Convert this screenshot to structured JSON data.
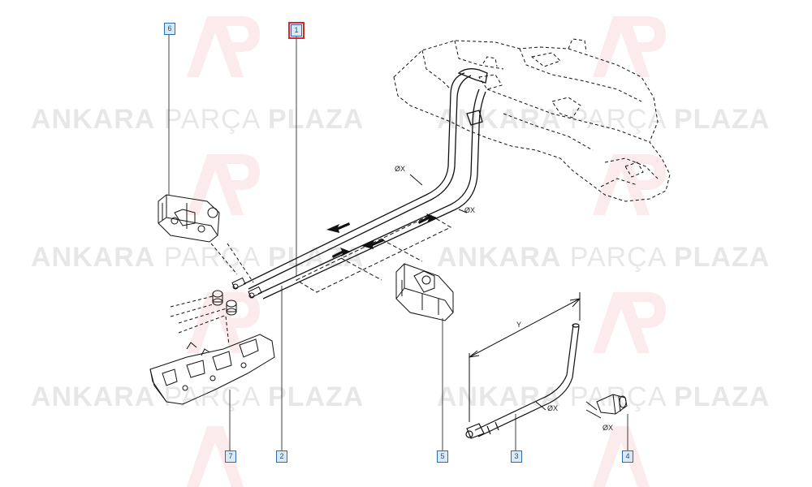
{
  "watermark": {
    "part_a": "ANKARA",
    "part_b": "PARÇA",
    "part_c": "PLAZA",
    "logo": "AP"
  },
  "callouts": [
    {
      "id": "1",
      "label": "1",
      "selected": true
    },
    {
      "id": "2",
      "label": "2",
      "selected": false
    },
    {
      "id": "3",
      "label": "3",
      "selected": false
    },
    {
      "id": "4",
      "label": "4",
      "selected": false
    },
    {
      "id": "5",
      "label": "5",
      "selected": false
    },
    {
      "id": "6",
      "label": "6",
      "selected": false
    },
    {
      "id": "7",
      "label": "7",
      "selected": false
    }
  ],
  "dimensions": {
    "diameter": "ØX",
    "length": "Y"
  },
  "colors": {
    "callout_border": "#2a6db0",
    "callout_fill": "#dbe9f7",
    "selected_outline": "#d8262a",
    "line": "#111111",
    "watermark_logo": "#d8262a"
  },
  "icons": [
    "ap-logo-icon"
  ]
}
